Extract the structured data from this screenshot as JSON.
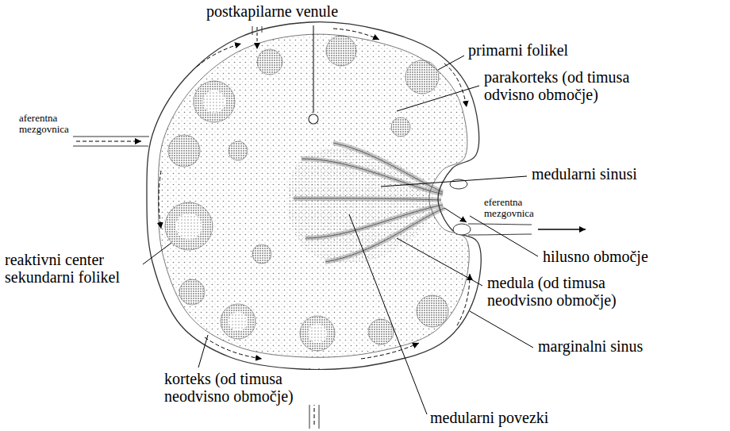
{
  "diagram": {
    "labels": [
      "postkapilarne venule",
      "primarni folikel",
      "parakorteks (od timusa odvisno območje)",
      "medularni sinusi",
      "aferentna mezgovnica",
      "reaktivni center sekundarni folikel",
      "eferentna mezgovnica",
      "hilusno območje",
      "medula (od timusa neodvisno območje)",
      "marginalni sinus",
      "korteks (od timusa neodvisno območje)",
      "medularni povezki"
    ]
  }
}
